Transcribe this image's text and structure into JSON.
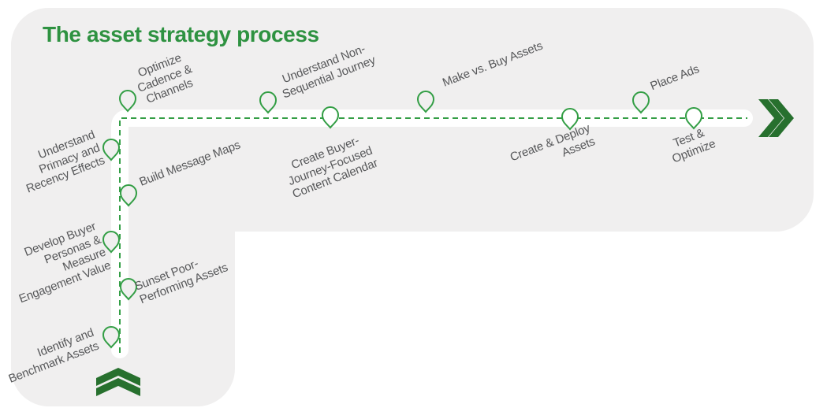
{
  "title": "The asset strategy process",
  "colors": {
    "title_green": "#2e9241",
    "path_green": "#339e45",
    "dark_green": "#27702e",
    "panel_gray": "#f0efef",
    "road_white": "#ffffff",
    "label_gray": "#57585a"
  },
  "process": {
    "start_icon": "double-chevron-up",
    "end_icon": "double-chevron-right",
    "path_style": "dashed",
    "steps": [
      {
        "label": "Identify and Benchmark Assets",
        "lines": [
          "Identify and",
          "Benchmark Assets"
        ]
      },
      {
        "label": "Sunset Poor-Performing Assets",
        "lines": [
          "Sunset Poor-",
          "Performing Assets"
        ]
      },
      {
        "label": "Develop Buyer Personas & Measure Engagement Value",
        "lines": [
          "Develop Buyer",
          "Personas &",
          "Measure",
          "Engagement Value"
        ]
      },
      {
        "label": "Build Message Maps",
        "lines": [
          "Build Message Maps"
        ]
      },
      {
        "label": "Understand Primacy and Recency Effects",
        "lines": [
          "Understand",
          "Primacy and",
          "Recency Effects"
        ]
      },
      {
        "label": "Optimize Cadence & Channels",
        "lines": [
          "Optimize",
          "Cadence &",
          "Channels"
        ]
      },
      {
        "label": "Understand Non-Sequential Journey",
        "lines": [
          "Understand Non-",
          "Sequential Journey"
        ]
      },
      {
        "label": "Create Buyer-Journey-Focused Content Calendar",
        "lines": [
          "Create Buyer-",
          "Journey-Focused",
          "Content Calendar"
        ]
      },
      {
        "label": "Make vs. Buy Assets",
        "lines": [
          "Make vs. Buy Assets"
        ]
      },
      {
        "label": "Create & Deploy Assets",
        "lines": [
          "Create & Deploy",
          "Assets"
        ]
      },
      {
        "label": "Place Ads",
        "lines": [
          "Place Ads"
        ]
      },
      {
        "label": "Test & Optimize",
        "lines": [
          "Test &",
          "Optimize"
        ]
      }
    ]
  }
}
